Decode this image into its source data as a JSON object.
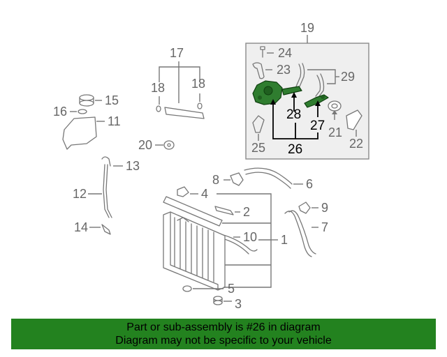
{
  "callouts": {
    "c1": "1",
    "c2": "2",
    "c3": "3",
    "c4": "4",
    "c5": "5",
    "c6": "6",
    "c7": "7",
    "c8": "8",
    "c9": "9",
    "c10": "10",
    "c11": "11",
    "c12": "12",
    "c13": "13",
    "c14": "14",
    "c15": "15",
    "c16": "16",
    "c17": "17",
    "c18a": "18",
    "c18b": "18",
    "c19": "19",
    "c20": "20",
    "c21": "21",
    "c22": "22",
    "c23": "23",
    "c24": "24",
    "c25": "25",
    "c26": "26",
    "c27": "27",
    "c28": "28",
    "c29": "29"
  },
  "highlighted_part": "26",
  "banner": {
    "line1": "Part or sub-assembly is #26 in diagram",
    "line2": "Diagram may not be specific to your vehicle"
  },
  "colors": {
    "highlight": "#2f7d2f",
    "banner": "#23821f",
    "line": "#777777"
  }
}
